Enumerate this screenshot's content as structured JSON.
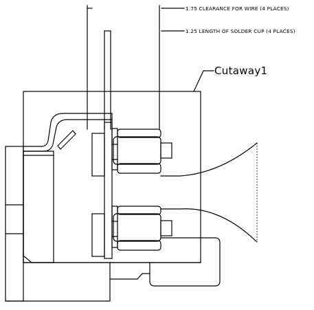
{
  "drawing": {
    "notes": {
      "clearance_note": "1.75 CLEARANCE FOR WIRE (4 PLACES)",
      "length_note": "1.25 LENGTH OF SOLDER CUP (4 PLACES)"
    },
    "section_label": "Cutaway1",
    "line_color": "#000000",
    "background_color": "#ffffff"
  }
}
